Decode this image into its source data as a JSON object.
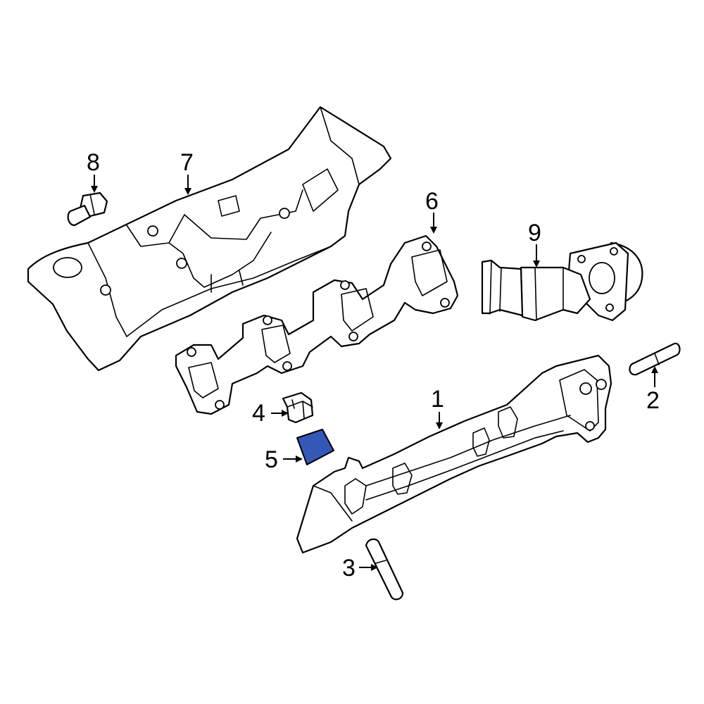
{
  "colors": {
    "highlight": "#3557b8",
    "line": "#000000",
    "background": "#ffffff"
  },
  "callouts": {
    "c1": "1",
    "c2": "2",
    "c3": "3",
    "c4": "4",
    "c5": "5",
    "c6": "6",
    "c7": "7",
    "c8": "8",
    "c9": "9"
  }
}
